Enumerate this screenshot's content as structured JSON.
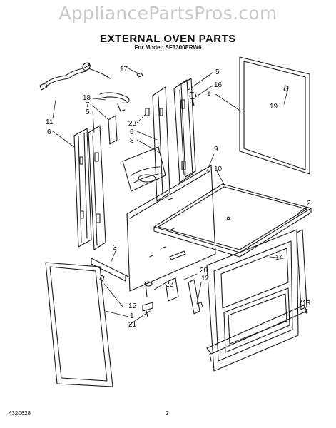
{
  "header": {
    "watermark": "AppliancePartsPros.com",
    "title": "EXTERNAL OVEN PARTS",
    "model_line": "For Model: SF3300ERW6"
  },
  "footer": {
    "doc_number": "4320628",
    "page_number": "2"
  },
  "callouts": [
    "17",
    "5",
    "16",
    "1",
    "19",
    "18",
    "7",
    "5",
    "11",
    "6",
    "23",
    "6",
    "8",
    "9",
    "10",
    "2",
    "3",
    "14",
    "20",
    "12",
    "22",
    "15",
    "1",
    "21",
    "13",
    "4"
  ]
}
